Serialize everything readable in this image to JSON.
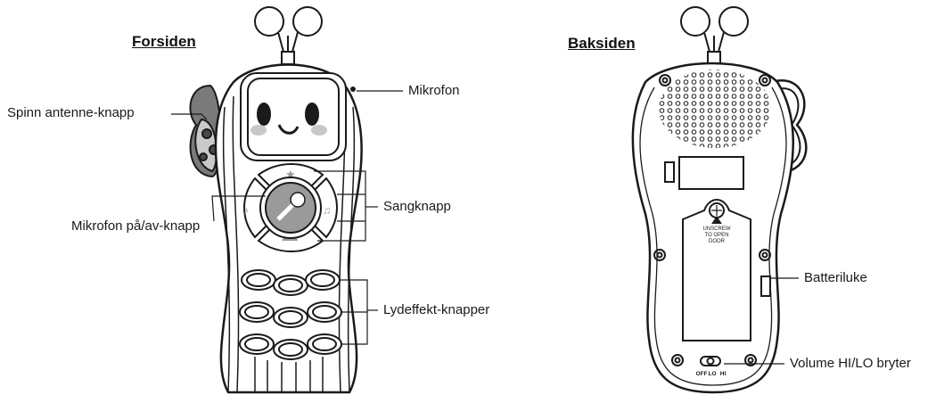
{
  "front": {
    "title": "Forsiden",
    "labels": {
      "antenna_button": "Spinn antenne-knapp",
      "microphone": "Mikrofon",
      "song_button": "Sangknapp",
      "mic_toggle_button": "Mikrofon på/av-knapp",
      "sound_effect_buttons": "Lydeffekt-knapper"
    }
  },
  "back": {
    "title": "Baksiden",
    "labels": {
      "battery_door": "Batteriluke",
      "volume_switch": "Volume HI/LO bryter"
    },
    "screw_text": [
      "UNSCREW",
      "TO OPEN",
      "DOOR"
    ],
    "switch_text": {
      "off": "OFF",
      "lo": "LO",
      "hi": "HI"
    }
  },
  "colors": {
    "stroke": "#1a1a1a",
    "gray_fill": "#9a9a9a",
    "light_gray": "#cfcfcf",
    "cheek": "#c8c8c8"
  }
}
